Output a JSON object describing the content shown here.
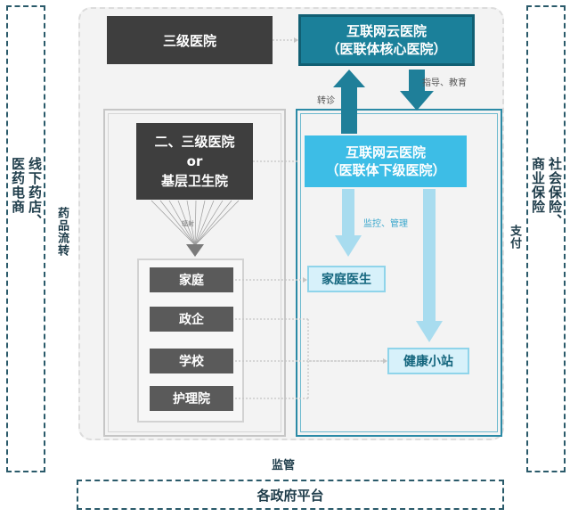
{
  "left_side": {
    "col1": "线下药店、",
    "col2": "医药电商"
  },
  "right_side": {
    "col1": "社会保险、",
    "col2": "商业保险"
  },
  "drug_flow": "药品流转",
  "payment": "支付",
  "supervision": "监管",
  "gov_platform": "各政府平台",
  "tertiary": "三级医院",
  "core": {
    "line1": "互联网云医院",
    "line2": "（医联体核心医院）"
  },
  "sub": {
    "line1": "互联网云医院",
    "line2": "（医联体下级医院）"
  },
  "secondary": {
    "line1": "二、三级医院",
    "line2": "or",
    "line3": "基层卫生院"
  },
  "radiate": "辐射",
  "referral": "转诊",
  "guidance": "指导、教育",
  "monitor": "监控、管理",
  "family_doctor": "家庭医生",
  "health_station": "健康小站",
  "targets": [
    "家庭",
    "政企",
    "学校",
    "护理院"
  ]
}
